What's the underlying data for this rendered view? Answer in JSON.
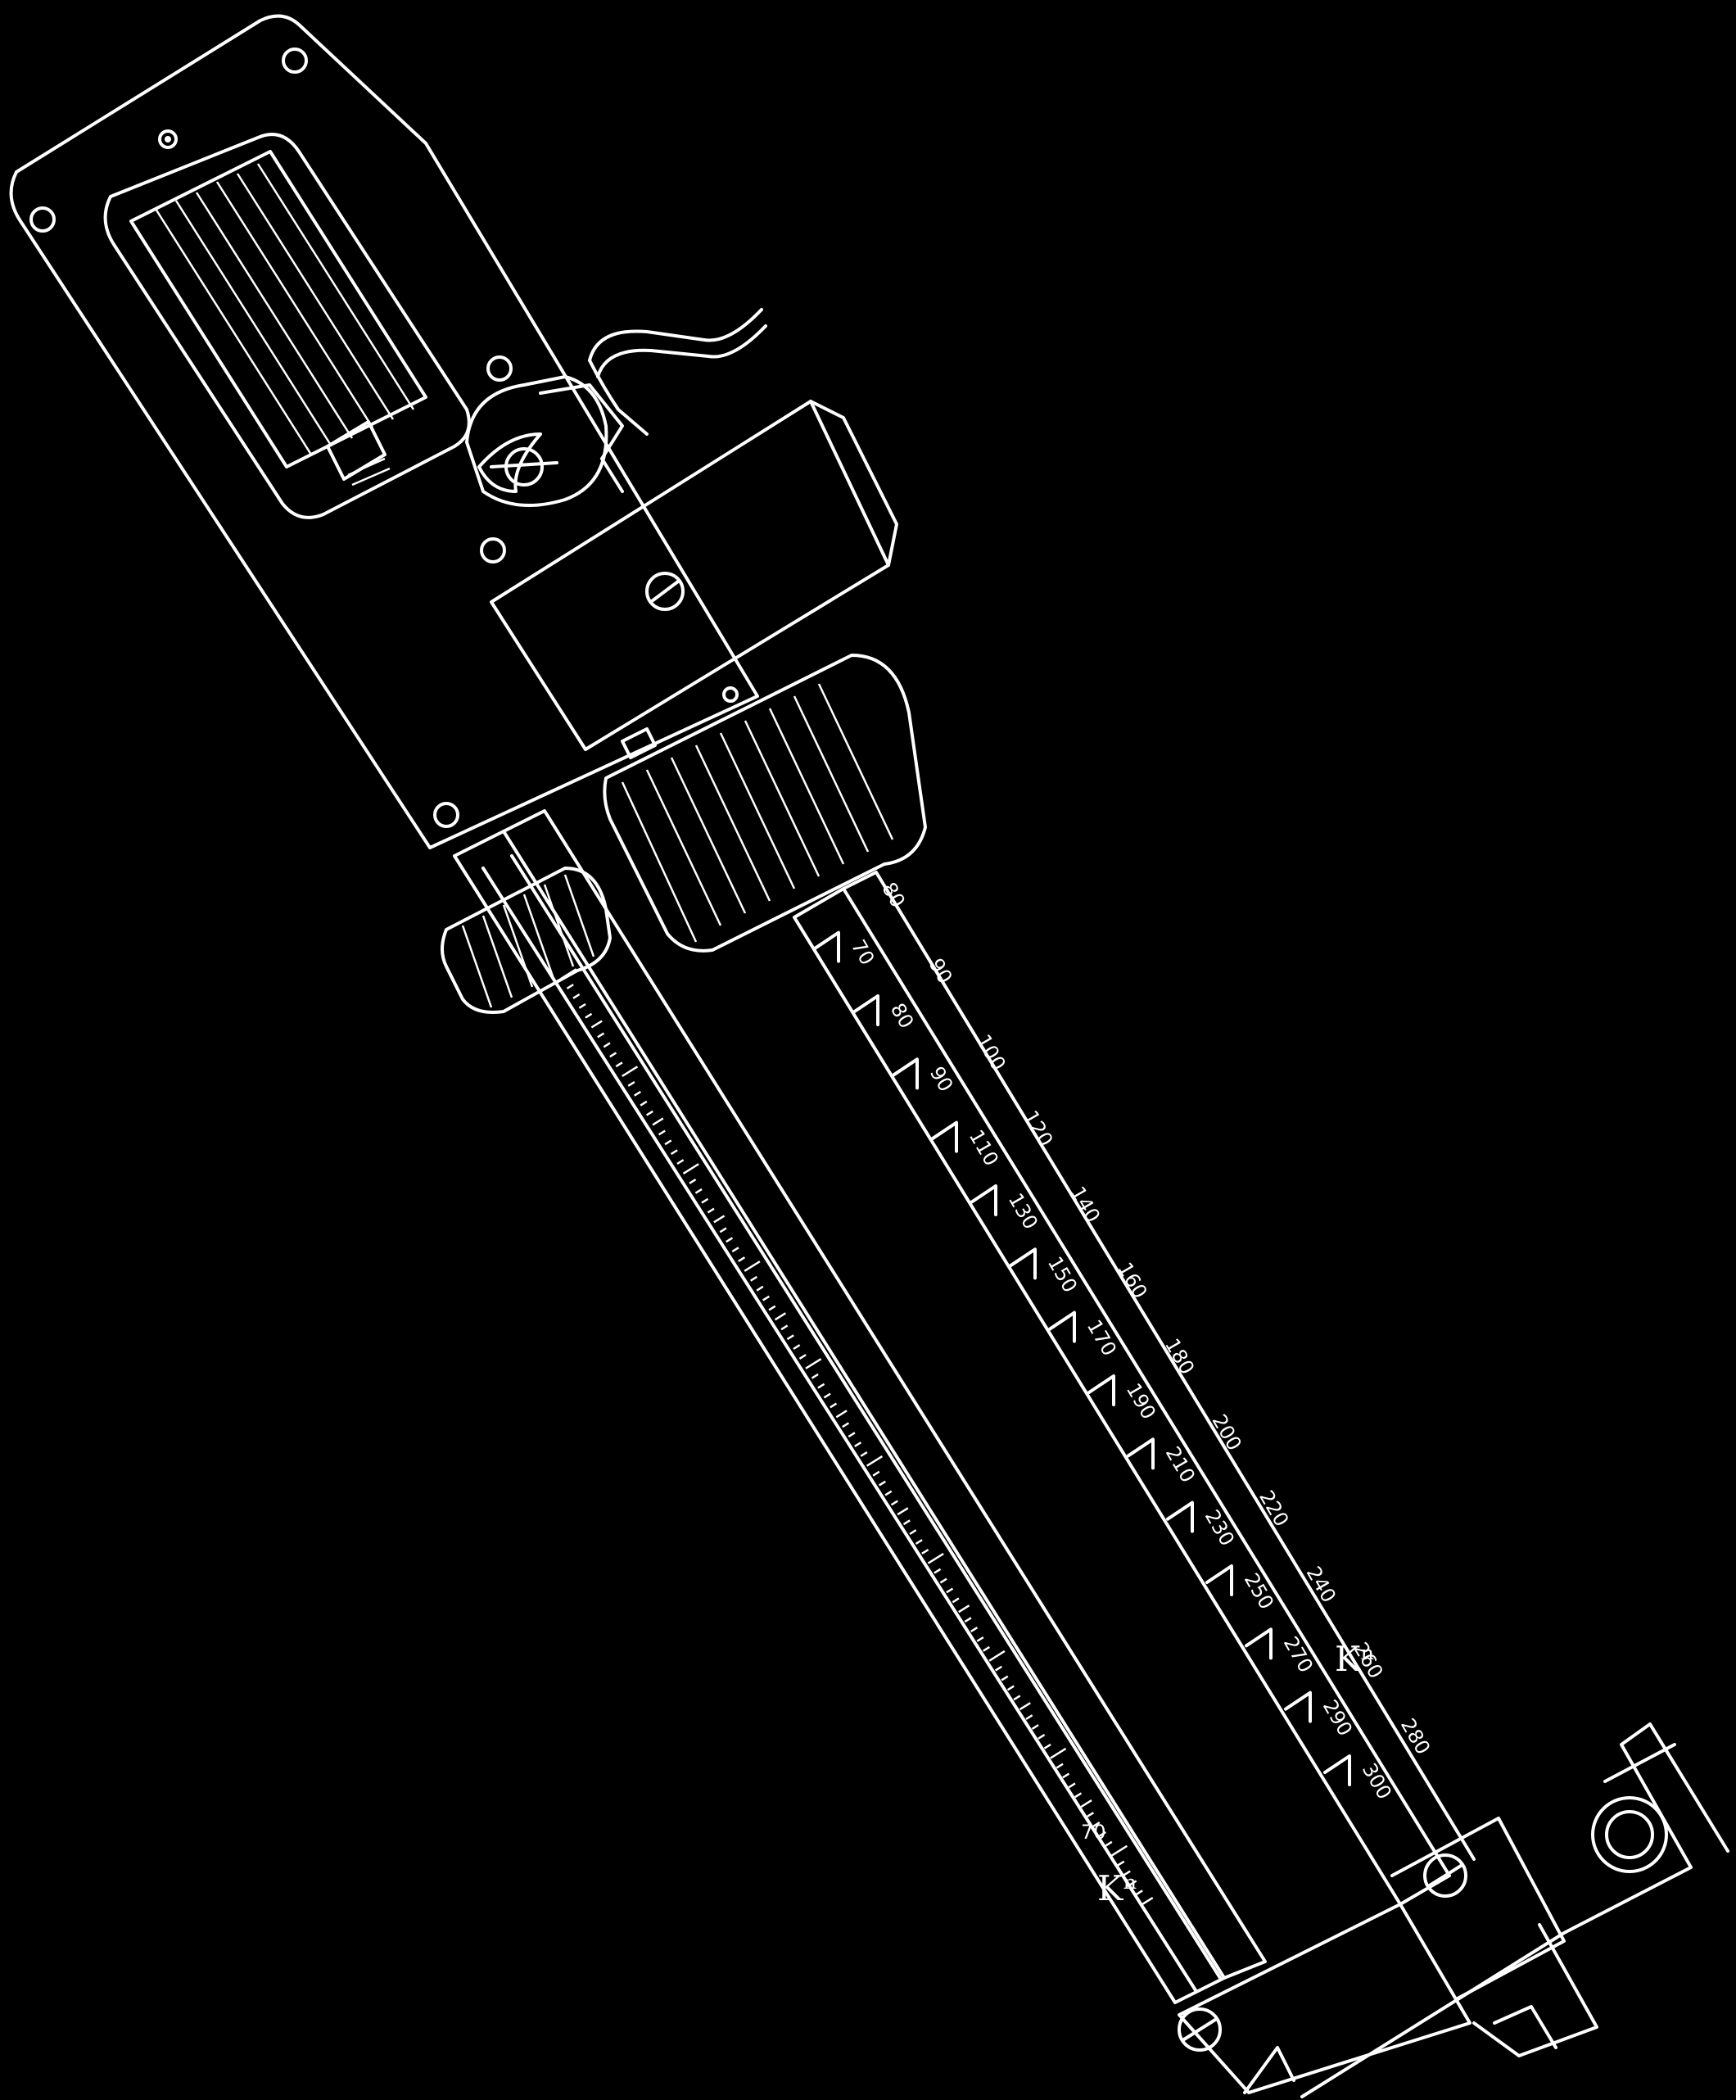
{
  "figure": {
    "background": "#000000",
    "line_color": "#ffffff"
  },
  "scales": {
    "right_scale_top": [
      "80",
      "90",
      "100",
      "120",
      "140",
      "160",
      "180",
      "200",
      "220",
      "240",
      "260",
      "280"
    ],
    "right_scale_bottom": [
      "70",
      "80",
      "90",
      "110",
      "130",
      "150",
      "170",
      "190",
      "210",
      "230",
      "250",
      "270",
      "290",
      "300"
    ]
  },
  "marks": {
    "right_scale_mark": "Kⁿ",
    "left_scale_value": "70",
    "left_scale_mark": "Kⁿ"
  }
}
